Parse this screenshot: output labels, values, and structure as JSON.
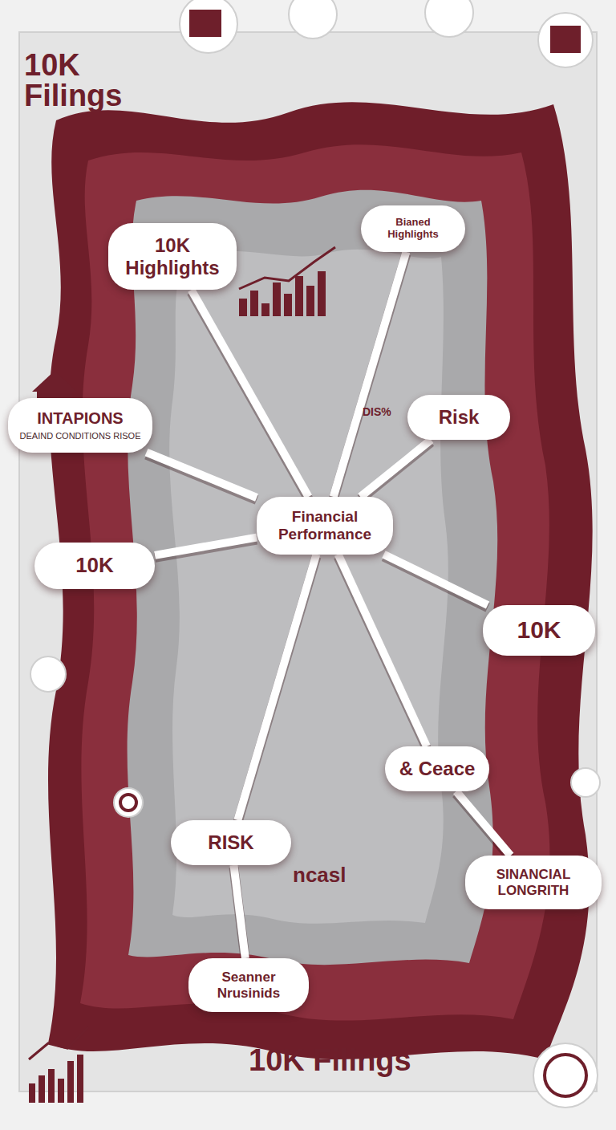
{
  "diagram": {
    "title": "10K Filings",
    "nodes": [
      {
        "text": [
          "10K Highlights"
        ]
      },
      {
        "text": [
          "Bianed Highlights"
        ]
      },
      {
        "text": [
          "INTAPIONS",
          "DEAIND CONDITIONS RISOE"
        ]
      },
      {
        "text": [
          "Risk"
        ]
      },
      {
        "text": [
          "Financial Performance"
        ]
      },
      {
        "text": [
          "10K"
        ]
      },
      {
        "text": [
          "10K"
        ]
      },
      {
        "text": [
          "& Ceace"
        ]
      },
      {
        "text": [
          "RISK"
        ]
      },
      {
        "text": [
          "SINANCIAL LONGRITH"
        ]
      },
      {
        "text": [
          "Seanner Nrusinids"
        ]
      }
    ],
    "edges": [
      {
        "from": 4,
        "to": 0,
        "arrow": "none"
      },
      {
        "from": 4,
        "to": 1,
        "arrow": "none"
      },
      {
        "from": 4,
        "to": 2,
        "arrow": "none"
      },
      {
        "from": 4,
        "to": 3,
        "arrow": "none"
      },
      {
        "from": 4,
        "to": 5,
        "arrow": "none"
      },
      {
        "from": 4,
        "to": 6,
        "arrow": "none"
      },
      {
        "from": 4,
        "to": 7,
        "arrow": "none"
      },
      {
        "from": 4,
        "to": 8,
        "arrow": "none"
      },
      {
        "from": 7,
        "to": 9,
        "arrow": "none"
      },
      {
        "from": 8,
        "to": 10,
        "arrow": "none"
      }
    ],
    "labels": [
      "10K Filings",
      "ncasl",
      "DIS%"
    ]
  }
}
